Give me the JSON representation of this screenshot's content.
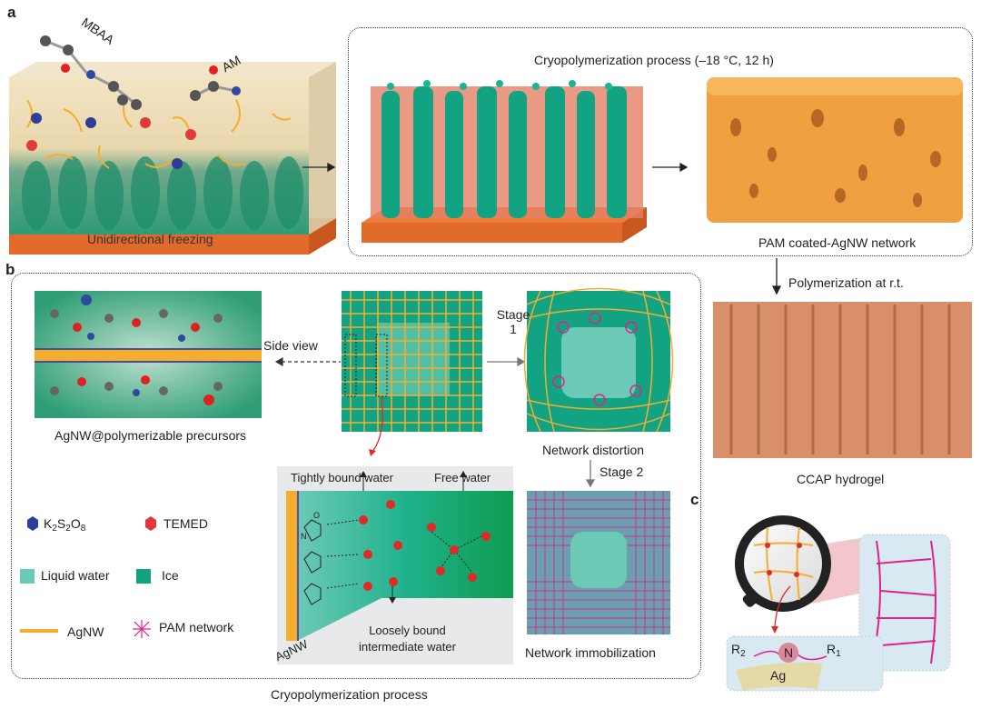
{
  "panels": {
    "a": "a",
    "b": "b",
    "c": "c"
  },
  "panel_a": {
    "molecule_labels": {
      "mbaa": "MBAA",
      "am": "AM"
    },
    "freezing_label": "Unidirectional freezing",
    "process_title": "Cryopolymerization process (–18 °C, 12 h)",
    "network_label": "PAM coated-AgNW network",
    "polymerization_label": "Polymerization at r.t.",
    "hydrogel_label": "CCAP hydrogel"
  },
  "panel_b": {
    "precursor_label": "AgNW@polymerizable precursors",
    "side_view_label": "Side view",
    "stage1": [
      "Stage",
      "1"
    ],
    "stage2": "Stage 2",
    "distortion_label": "Network distortion",
    "immobilization_label": "Network immobilization",
    "water": {
      "tight": "Tightly bound water",
      "free": "Free water",
      "loose": [
        "Loosely bound",
        "intermediate water"
      ],
      "agnw": "AgNW",
      "atoms": {
        "o": "O",
        "n": "N"
      }
    },
    "legend": {
      "k2s2o8": {
        "base": [
          "K",
          "S",
          "O"
        ],
        "subs": [
          "2",
          "2",
          "8"
        ]
      },
      "temed": "TEMED",
      "liquid_water": "Liquid water",
      "ice": "Ice",
      "agnw": "AgNW",
      "pam": "PAM network"
    },
    "caption": "Cryopolymerization process"
  },
  "panel_c": {
    "r2": "R",
    "r2_sub": "2",
    "n": "N",
    "r1": "R",
    "r1_sub": "1",
    "ag": "Ag"
  },
  "colors": {
    "ice": "#12a383",
    "liquid": "#6cc9b5",
    "agnw": "#f5ad2e",
    "pam": "#e0218a",
    "orange": "#e8833a",
    "k2s2o8": "#2f3d9a",
    "temed": "#e23a3a"
  }
}
